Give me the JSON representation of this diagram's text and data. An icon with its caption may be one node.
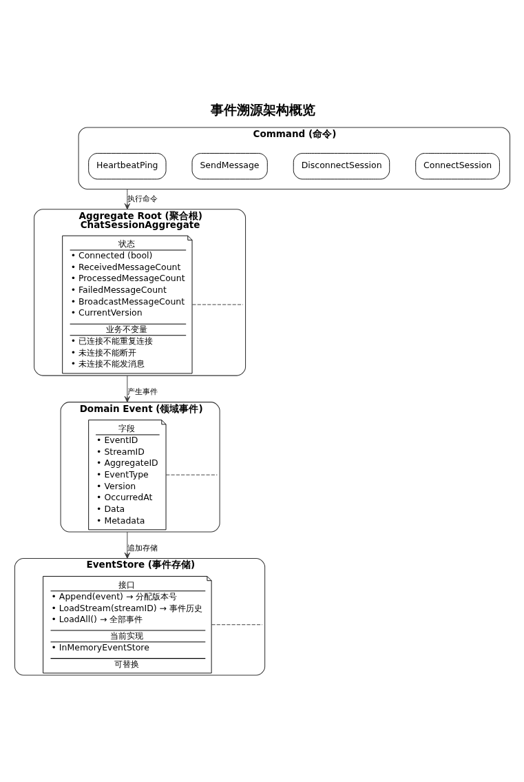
{
  "diagram": {
    "title": "事件溯源架构概览",
    "nodes": [
      {
        "text": [
          "Command (命令)"
        ]
      },
      {
        "text": [
          "ConnectSession"
        ],
        "in": 0
      },
      {
        "text": [
          "DisconnectSession"
        ],
        "in": 0
      },
      {
        "text": [
          "SendMessage"
        ],
        "in": 0
      },
      {
        "text": [
          "HeartbeatPing"
        ],
        "in": 0
      },
      {
        "text": [
          "Aggregate Root (聚合根)",
          "ChatSessionAggregate"
        ]
      },
      {
        "text": [
          "状态",
          "• Connected (bool)",
          "• ReceivedMessageCount",
          "• ProcessedMessageCount",
          "• FailedMessageCount",
          "• BroadcastMessageCount",
          "• CurrentVersion",
          "业务不变量",
          "• 已连接不能重复连接",
          "• 未连接不能断开",
          "• 未连接不能发消息"
        ],
        "in": 5
      },
      {
        "text": [
          "Domain Event (领域事件)"
        ]
      },
      {
        "text": [
          "字段",
          "• EventID",
          "• StreamID",
          "• AggregateID",
          "• EventType",
          "• Version",
          "• OccurredAt",
          "• Data",
          "• Metadata"
        ],
        "in": 7
      },
      {
        "text": [
          "EventStore (事件存储)"
        ]
      },
      {
        "text": [
          "接口",
          "• Append(event) → 分配版本号",
          "• LoadStream(streamID) → 事件历史",
          "• LoadAll() → 全部事件",
          "当前实现",
          "• InMemoryEventStore",
          "可替换"
        ],
        "in": 9
      }
    ],
    "edges": [
      {
        "from": 0,
        "to": 5,
        "arrow": "to",
        "label": "执行命令"
      },
      {
        "from": 6,
        "to": 5,
        "arrow": "none",
        "style": "dashed"
      },
      {
        "from": 5,
        "to": 7,
        "arrow": "to",
        "label": "产生事件"
      },
      {
        "from": 8,
        "to": 7,
        "arrow": "none",
        "style": "dashed"
      },
      {
        "from": 7,
        "to": 9,
        "arrow": "to",
        "label": "追加存储"
      },
      {
        "from": 10,
        "to": 9,
        "arrow": "none",
        "style": "dashed"
      }
    ]
  }
}
